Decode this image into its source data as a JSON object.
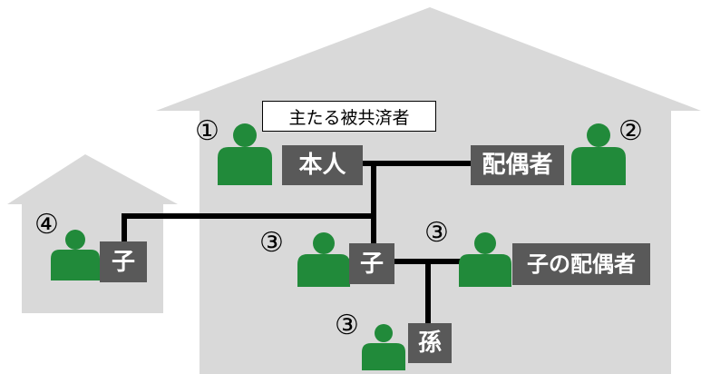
{
  "colors": {
    "house": "#d9d9d9",
    "person": "#218a3a",
    "label_bg": "#595959",
    "label_text": "#ffffff",
    "line": "#000000"
  },
  "callout": "主たる被共済者",
  "nodes": {
    "self": {
      "label": "本人",
      "number": "①",
      "icon": "person-icon"
    },
    "spouse": {
      "label": "配偶者",
      "number": "②",
      "icon": "person-icon"
    },
    "child_separate": {
      "label": "子",
      "number": "④",
      "icon": "person-icon"
    },
    "child_same": {
      "label": "子",
      "number": "③",
      "icon": "person-icon"
    },
    "child_spouse": {
      "label": "子の配偶者",
      "number": "③",
      "icon": "person-icon"
    },
    "grandchild": {
      "label": "孫",
      "number": "③",
      "icon": "person-icon"
    }
  },
  "houses": [
    "main-house-icon",
    "small-house-icon"
  ]
}
